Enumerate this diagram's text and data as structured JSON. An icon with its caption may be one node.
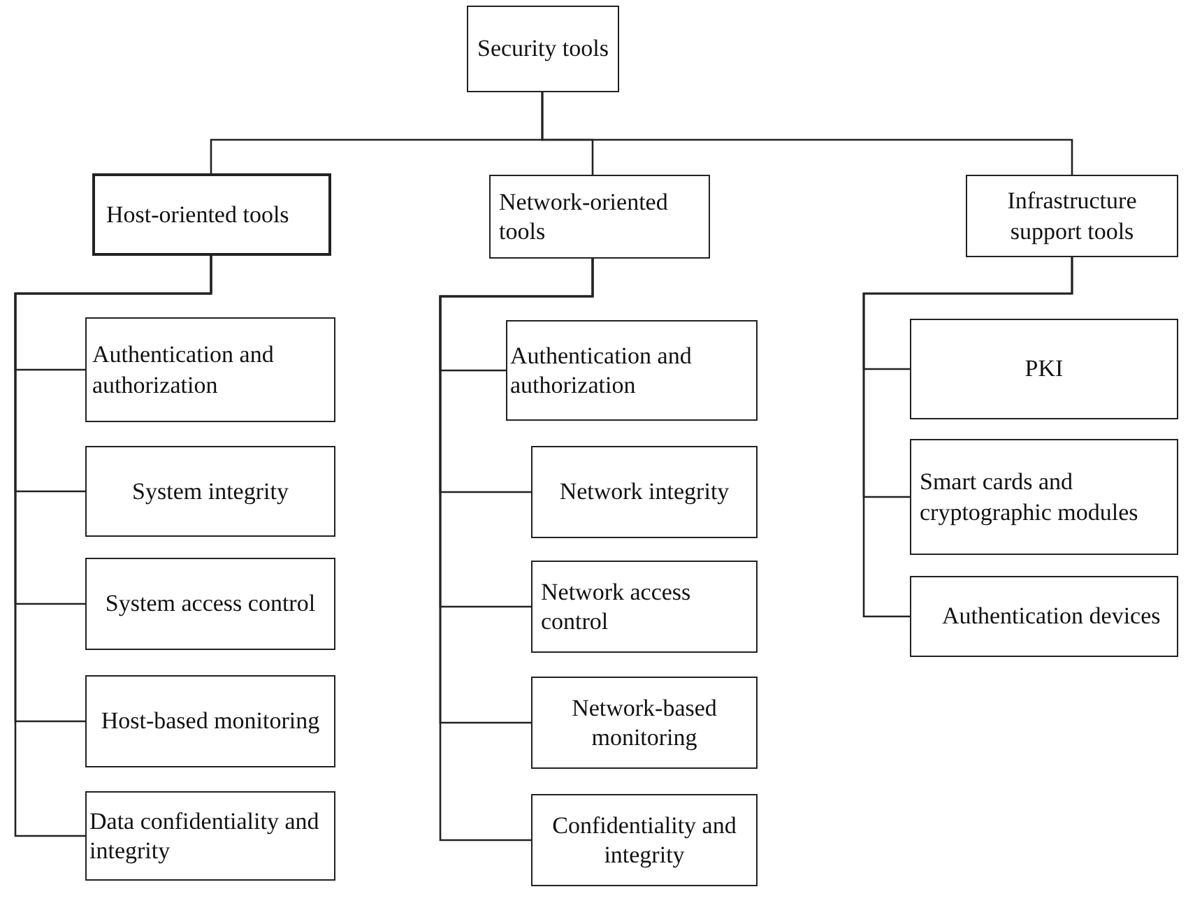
{
  "diagram": {
    "nodes": [
      {
        "text": [
          "Security tools"
        ]
      },
      {
        "text": [
          "Host-oriented tools"
        ]
      },
      {
        "text": [
          "Network-oriented tools"
        ]
      },
      {
        "text": [
          "Infrastructure support tools"
        ]
      },
      {
        "text": [
          "Authentication and authorization"
        ]
      },
      {
        "text": [
          "System integrity"
        ]
      },
      {
        "text": [
          "System access control"
        ]
      },
      {
        "text": [
          "Host-based monitoring"
        ]
      },
      {
        "text": [
          "Data confidentiality and integrity"
        ]
      },
      {
        "text": [
          "Authentication and authorization"
        ]
      },
      {
        "text": [
          "Network integrity"
        ]
      },
      {
        "text": [
          "Network access control"
        ]
      },
      {
        "text": [
          "Network-based monitoring"
        ]
      },
      {
        "text": [
          "Confidentiality and integrity"
        ]
      },
      {
        "text": [
          "PKI"
        ]
      },
      {
        "text": [
          "Smart cards and cryptographic modules"
        ]
      },
      {
        "text": [
          "Authentication devices"
        ]
      }
    ],
    "edges": [
      {
        "from": 0,
        "to": 1,
        "arrow": "none"
      },
      {
        "from": 0,
        "to": 2,
        "arrow": "none"
      },
      {
        "from": 0,
        "to": 3,
        "arrow": "none"
      },
      {
        "from": 1,
        "to": 4,
        "arrow": "none"
      },
      {
        "from": 1,
        "to": 5,
        "arrow": "none"
      },
      {
        "from": 1,
        "to": 6,
        "arrow": "none"
      },
      {
        "from": 1,
        "to": 7,
        "arrow": "none"
      },
      {
        "from": 1,
        "to": 8,
        "arrow": "none"
      },
      {
        "from": 2,
        "to": 9,
        "arrow": "none"
      },
      {
        "from": 2,
        "to": 10,
        "arrow": "none"
      },
      {
        "from": 2,
        "to": 11,
        "arrow": "none"
      },
      {
        "from": 2,
        "to": 12,
        "arrow": "none"
      },
      {
        "from": 2,
        "to": 13,
        "arrow": "none"
      },
      {
        "from": 3,
        "to": 14,
        "arrow": "none"
      },
      {
        "from": 3,
        "to": 15,
        "arrow": "none"
      },
      {
        "from": 3,
        "to": 16,
        "arrow": "none"
      }
    ]
  }
}
